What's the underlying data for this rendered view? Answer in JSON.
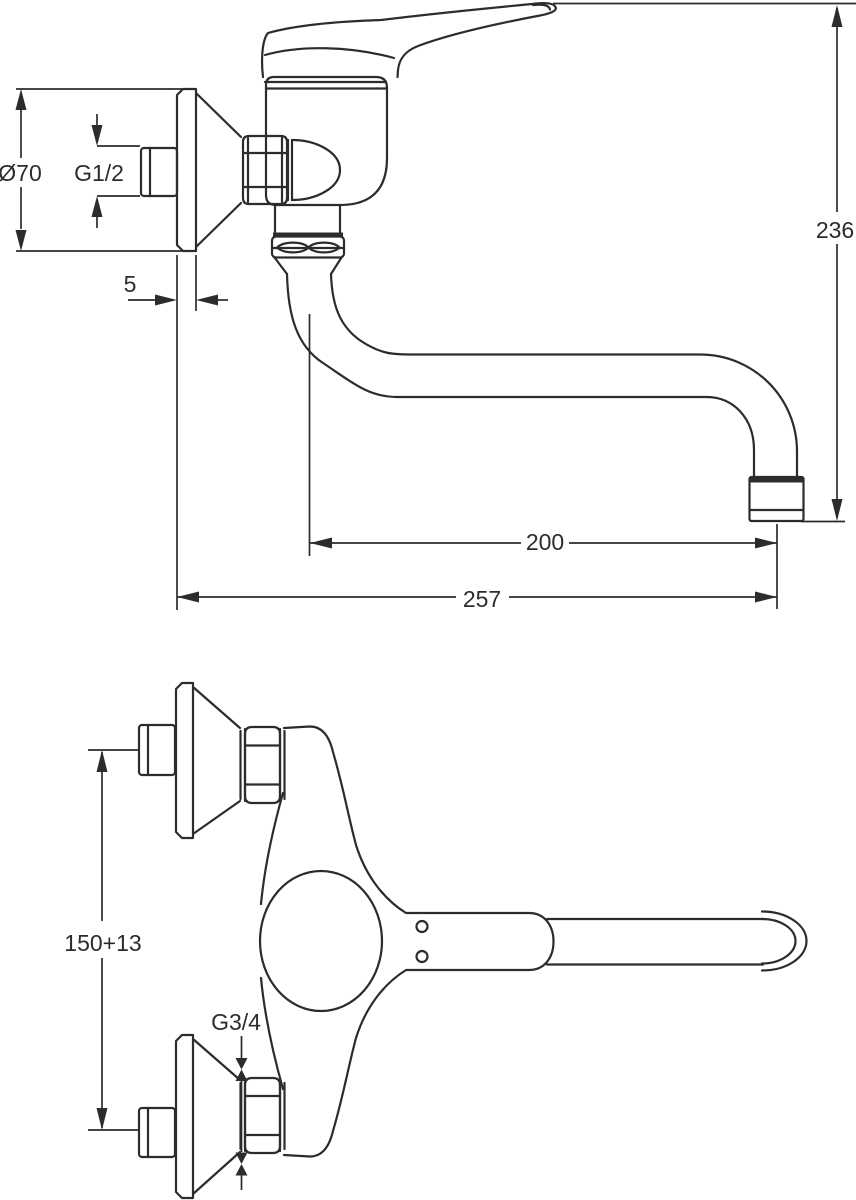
{
  "drawing": {
    "type": "technical-dimension-drawing",
    "subject": "wall-mounted single-lever mixer tap, side elevation and plan view",
    "colors": {
      "line": "#2c2c2c",
      "background": "#ffffff"
    },
    "side_view": {
      "labels": {
        "flange_diameter": "Ø70",
        "inlet_thread": "G1/2",
        "flange_thickness": "5",
        "outlet_height": "236",
        "spout_projection": "200",
        "overall_projection": "257"
      }
    },
    "plan_view": {
      "labels": {
        "connection_centres": "150+13",
        "union_thread": "G3/4"
      }
    }
  }
}
